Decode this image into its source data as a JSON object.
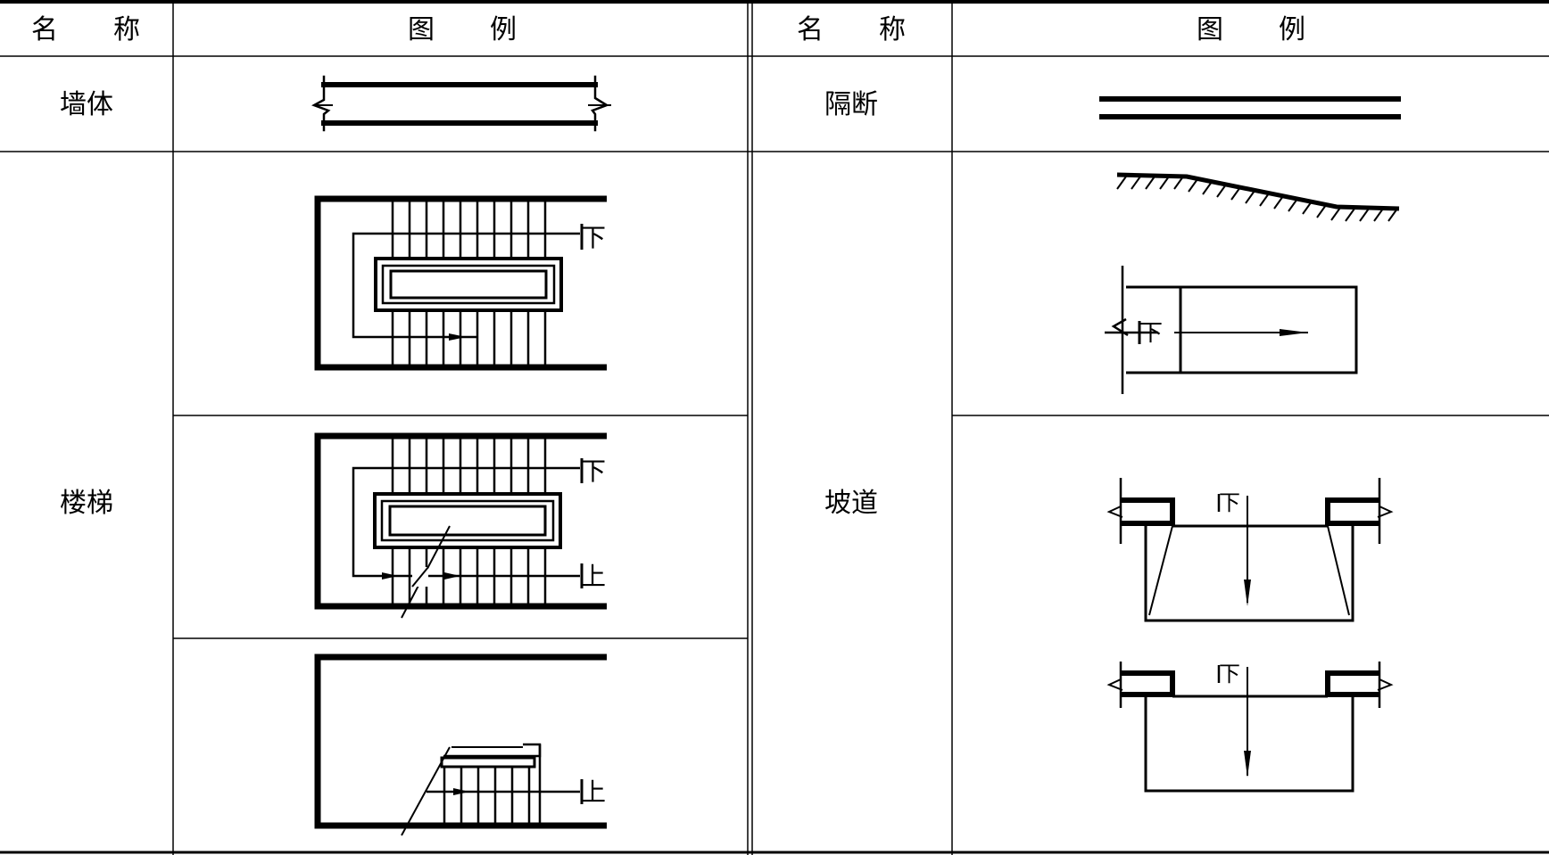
{
  "table": {
    "header": {
      "left_name": [
        "名",
        "称"
      ],
      "left_legend": [
        "图",
        "例"
      ],
      "right_name": [
        "名",
        "称"
      ],
      "right_legend": [
        "图",
        "例"
      ]
    },
    "rows": {
      "wall": "墙体",
      "partition": "隔断",
      "stairs": "楼梯",
      "ramp": "坡道"
    },
    "symbols": {
      "down": "下",
      "up": "上"
    }
  },
  "colors": {
    "ink": "#000000",
    "paper": "#ffffff"
  }
}
